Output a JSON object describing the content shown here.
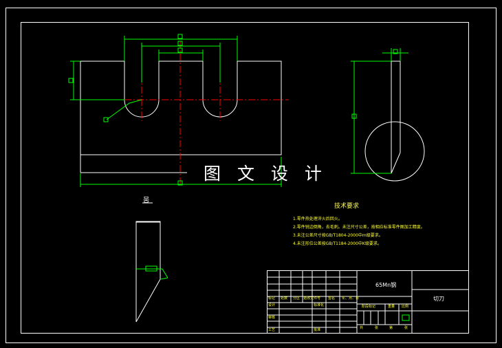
{
  "drawing": {
    "watermark_text": "图 文 设 计",
    "section_label": "뭄"
  },
  "technical_requirements": {
    "title": "技术要求",
    "items": [
      "1.零件热处理淬火后回火。",
      "2.零件锐边倒角，去毛刺。未注尺寸公差，按相应标准零件图加工精度。",
      "3.未注公差尺寸按GB/T1804-2000中m级要求。",
      "4.未注形位公差按GB/T1184-2000中K级要求。"
    ]
  },
  "title_block": {
    "material": "65Mn钢",
    "part_name": "切刀",
    "labels": {
      "marking": "标记",
      "count": "处数",
      "zone": "分区",
      "change_doc": "更改文件号",
      "signature": "签名",
      "date": "年、月、日",
      "design": "设计",
      "standardization": "标准化",
      "review": "审核",
      "process": "工艺",
      "approve": "批准",
      "stage_marking": "阶段标记",
      "weight": "重量",
      "scale": "比例",
      "sheets_total": "共",
      "sheet": "张",
      "sheet_no": "第"
    }
  },
  "colors": {
    "background": "#000000",
    "outline": "#ffffff",
    "dimension": "#00ff00",
    "centerline": "#ff0000",
    "note_text": "#ffff3a"
  }
}
